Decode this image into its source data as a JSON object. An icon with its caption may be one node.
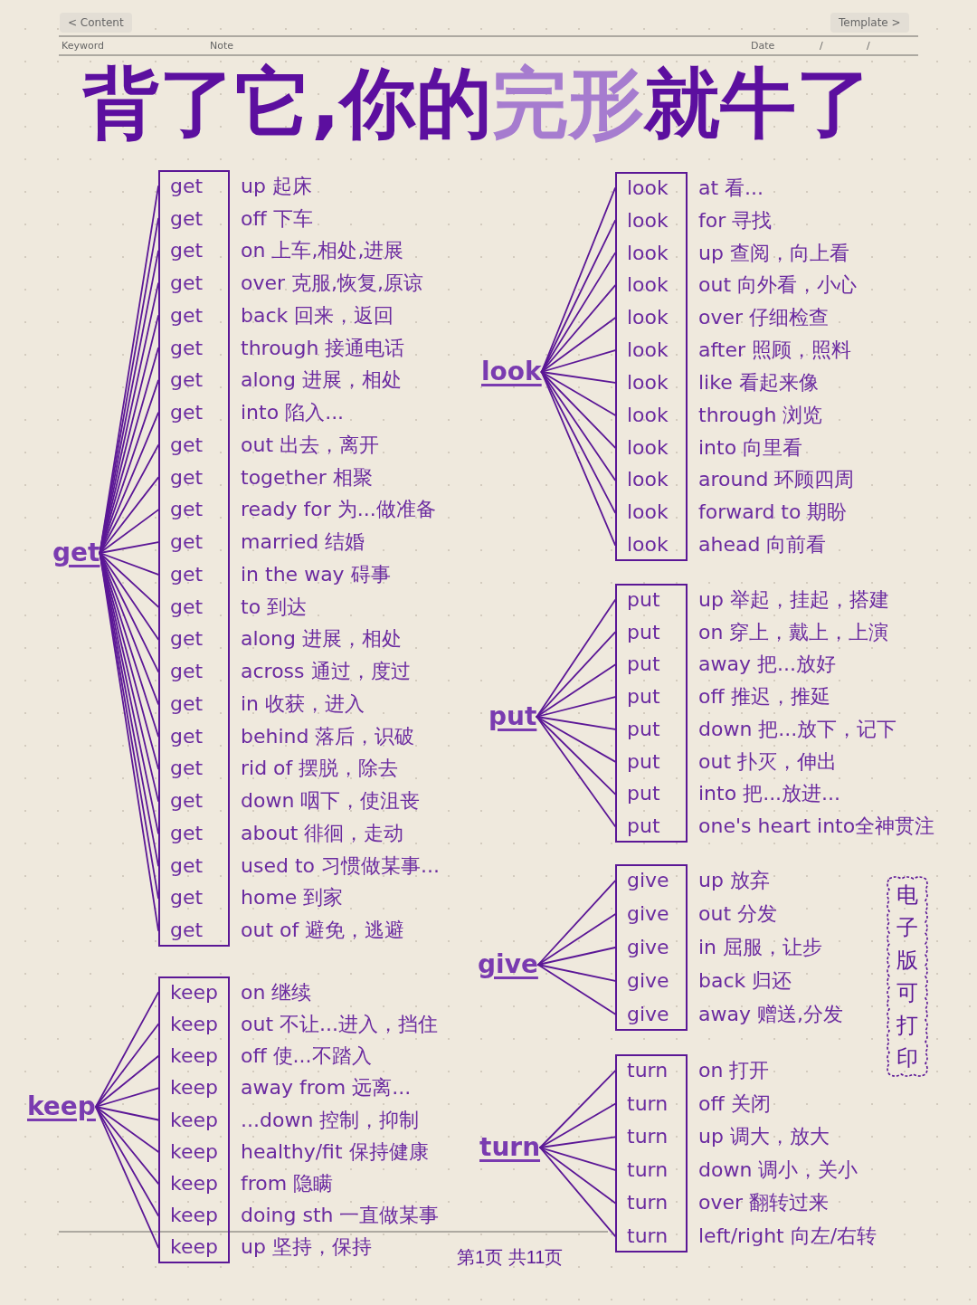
{
  "diagram": {
    "title": "背了它,你的**完形**就牛了",
    "nodes": [
      {
        "text": [
          "get"
        ]
      },
      {
        "text": [],
        "shape": "box"
      },
      {
        "text": [
          "get"
        ],
        "in": 1,
        "beside": [
          "up 起床"
        ]
      },
      {
        "text": [
          "get"
        ],
        "in": 1,
        "beside": [
          "off 下车"
        ]
      },
      {
        "text": [
          "get"
        ],
        "in": 1,
        "beside": [
          "on 上车,相处,进展"
        ]
      },
      {
        "text": [
          "get"
        ],
        "in": 1,
        "beside": [
          "over 克服,恢复,原谅"
        ]
      },
      {
        "text": [
          "get"
        ],
        "in": 1,
        "beside": [
          "back 回来，返回"
        ]
      },
      {
        "text": [
          "get"
        ],
        "in": 1,
        "beside": [
          "through 接通电话"
        ]
      },
      {
        "text": [
          "get"
        ],
        "in": 1,
        "beside": [
          "along 进展，相处"
        ]
      },
      {
        "text": [
          "get"
        ],
        "in": 1,
        "beside": [
          "into 陷入..."
        ]
      },
      {
        "text": [
          "get"
        ],
        "in": 1,
        "beside": [
          "out 出去，离开"
        ]
      },
      {
        "text": [
          "get"
        ],
        "in": 1,
        "beside": [
          "together 相聚"
        ]
      },
      {
        "text": [
          "get"
        ],
        "in": 1,
        "beside": [
          "ready for 为...做准备"
        ]
      },
      {
        "text": [
          "get"
        ],
        "in": 1,
        "beside": [
          "married 结婚"
        ]
      },
      {
        "text": [
          "get"
        ],
        "in": 1,
        "beside": [
          "in the way 碍事"
        ]
      },
      {
        "text": [
          "get"
        ],
        "in": 1,
        "beside": [
          "to 到达"
        ]
      },
      {
        "text": [
          "get"
        ],
        "in": 1,
        "beside": [
          "along 进展，相处"
        ]
      },
      {
        "text": [
          "get"
        ],
        "in": 1,
        "beside": [
          "across 通过，度过"
        ]
      },
      {
        "text": [
          "get"
        ],
        "in": 1,
        "beside": [
          "in 收获，进入"
        ]
      },
      {
        "text": [
          "get"
        ],
        "in": 1,
        "beside": [
          "behind 落后，识破"
        ]
      },
      {
        "text": [
          "get"
        ],
        "in": 1,
        "beside": [
          "rid of 摆脱，除去"
        ]
      },
      {
        "text": [
          "get"
        ],
        "in": 1,
        "beside": [
          "down 咽下，使沮丧"
        ]
      },
      {
        "text": [
          "get"
        ],
        "in": 1,
        "beside": [
          "about 徘徊，走动"
        ]
      },
      {
        "text": [
          "get"
        ],
        "in": 1,
        "beside": [
          "used to 习惯做某事..."
        ]
      },
      {
        "text": [
          "get"
        ],
        "in": 1,
        "beside": [
          "home 到家"
        ]
      },
      {
        "text": [
          "get"
        ],
        "in": 1,
        "beside": [
          "out of 避免，逃避"
        ]
      },
      {
        "text": [
          "keep"
        ]
      },
      {
        "text": [],
        "shape": "box"
      },
      {
        "text": [
          "keep"
        ],
        "in": 27,
        "beside": [
          "on 继续"
        ]
      },
      {
        "text": [
          "keep"
        ],
        "in": 27,
        "beside": [
          "out 不让...进入，挡住"
        ]
      },
      {
        "text": [
          "keep"
        ],
        "in": 27,
        "beside": [
          "off 使...不踏入"
        ]
      },
      {
        "text": [
          "keep"
        ],
        "in": 27,
        "beside": [
          "away from 远离..."
        ]
      },
      {
        "text": [
          "keep"
        ],
        "in": 27,
        "beside": [
          "...down 控制，抑制"
        ]
      },
      {
        "text": [
          "keep"
        ],
        "in": 27,
        "beside": [
          "healthy/fit 保持健康"
        ]
      },
      {
        "text": [
          "keep"
        ],
        "in": 27,
        "beside": [
          "from 隐瞒"
        ]
      },
      {
        "text": [
          "keep"
        ],
        "in": 27,
        "beside": [
          "doing sth 一直做某事"
        ]
      },
      {
        "text": [
          "keep"
        ],
        "in": 27,
        "beside": [
          "up 坚持，保持"
        ]
      },
      {
        "text": [
          "look"
        ]
      },
      {
        "text": [],
        "shape": "box"
      },
      {
        "text": [
          "look"
        ],
        "in": 38,
        "beside": [
          "at 看..."
        ]
      },
      {
        "text": [
          "look"
        ],
        "in": 38,
        "beside": [
          "for 寻找"
        ]
      },
      {
        "text": [
          "look"
        ],
        "in": 38,
        "beside": [
          "up 查阅，向上看"
        ]
      },
      {
        "text": [
          "look"
        ],
        "in": 38,
        "beside": [
          "out 向外看，小心"
        ]
      },
      {
        "text": [
          "look"
        ],
        "in": 38,
        "beside": [
          "over 仔细检查"
        ]
      },
      {
        "text": [
          "look"
        ],
        "in": 38,
        "beside": [
          "after 照顾，照料"
        ]
      },
      {
        "text": [
          "look"
        ],
        "in": 38,
        "beside": [
          "like 看起来像"
        ]
      },
      {
        "text": [
          "look"
        ],
        "in": 38,
        "beside": [
          "through 浏览"
        ]
      },
      {
        "text": [
          "look"
        ],
        "in": 38,
        "beside": [
          "into 向里看"
        ]
      },
      {
        "text": [
          "look"
        ],
        "in": 38,
        "beside": [
          "around 环顾四周"
        ]
      },
      {
        "text": [
          "look"
        ],
        "in": 38,
        "beside": [
          "forward to 期盼"
        ]
      },
      {
        "text": [
          "look"
        ],
        "in": 38,
        "beside": [
          "ahead 向前看"
        ]
      },
      {
        "text": [
          "put"
        ]
      },
      {
        "text": [],
        "shape": "box"
      },
      {
        "text": [
          "put"
        ],
        "in": 52,
        "beside": [
          "up 举起，挂起，搭建"
        ]
      },
      {
        "text": [
          "put"
        ],
        "in": 52,
        "beside": [
          "on 穿上，戴上，上演"
        ]
      },
      {
        "text": [
          "put"
        ],
        "in": 52,
        "beside": [
          "away 把...放好"
        ]
      },
      {
        "text": [
          "put"
        ],
        "in": 52,
        "beside": [
          "off 推迟，推延"
        ]
      },
      {
        "text": [
          "put"
        ],
        "in": 52,
        "beside": [
          "down 把...放下，记下"
        ]
      },
      {
        "text": [
          "put"
        ],
        "in": 52,
        "beside": [
          "out 扑灭，伸出"
        ]
      },
      {
        "text": [
          "put"
        ],
        "in": 52,
        "beside": [
          "into 把...放进..."
        ]
      },
      {
        "text": [
          "put"
        ],
        "in": 52,
        "beside": [
          "one's heart into全神贯注"
        ]
      },
      {
        "text": [
          "give"
        ]
      },
      {
        "text": [],
        "shape": "box"
      },
      {
        "text": [
          "give"
        ],
        "in": 62,
        "beside": [
          "up 放弃"
        ]
      },
      {
        "text": [
          "give"
        ],
        "in": 62,
        "beside": [
          "out 分发"
        ]
      },
      {
        "text": [
          "give"
        ],
        "in": 62,
        "beside": [
          "in 屈服，让步"
        ]
      },
      {
        "text": [
          "give"
        ],
        "in": 62,
        "beside": [
          "back 归还"
        ]
      },
      {
        "text": [
          "give"
        ],
        "in": 62,
        "beside": [
          "away 赠送,分发"
        ]
      },
      {
        "text": [
          "turn"
        ]
      },
      {
        "text": [],
        "shape": "box"
      },
      {
        "text": [
          "turn"
        ],
        "in": 69,
        "beside": [
          "on 打开"
        ]
      },
      {
        "text": [
          "turn"
        ],
        "in": 69,
        "beside": [
          "off 关闭"
        ]
      },
      {
        "text": [
          "turn"
        ],
        "in": 69,
        "beside": [
          "up 调大，放大"
        ]
      },
      {
        "text": [
          "turn"
        ],
        "in": 69,
        "beside": [
          "down 调小，关小"
        ]
      },
      {
        "text": [
          "turn"
        ],
        "in": 69,
        "beside": [
          "over 翻转过来"
        ]
      },
      {
        "text": [
          "turn"
        ],
        "in": 69,
        "beside": [
          "left/right 向左/右转"
        ]
      },
      {
        "text": [
          "电子版可打印"
        ]
      }
    ],
    "edges": [
      {
        "from": 0,
        "to": 2,
        "arrow": "none"
      },
      {
        "from": 0,
        "to": 3,
        "arrow": "none"
      },
      {
        "from": 0,
        "to": 4,
        "arrow": "none"
      },
      {
        "from": 0,
        "to": 5,
        "arrow": "none"
      },
      {
        "from": 0,
        "to": 6,
        "arrow": "none"
      },
      {
        "from": 0,
        "to": 7,
        "arrow": "none"
      },
      {
        "from": 0,
        "to": 8,
        "arrow": "none"
      },
      {
        "from": 0,
        "to": 9,
        "arrow": "none"
      },
      {
        "from": 0,
        "to": 10,
        "arrow": "none"
      },
      {
        "from": 0,
        "to": 11,
        "arrow": "none"
      },
      {
        "from": 0,
        "to": 12,
        "arrow": "none"
      },
      {
        "from": 0,
        "to": 13,
        "arrow": "none"
      },
      {
        "from": 0,
        "to": 14,
        "arrow": "none"
      },
      {
        "from": 0,
        "to": 15,
        "arrow": "none"
      },
      {
        "from": 0,
        "to": 16,
        "arrow": "none"
      },
      {
        "from": 0,
        "to": 17,
        "arrow": "none"
      },
      {
        "from": 0,
        "to": 18,
        "arrow": "none"
      },
      {
        "from": 0,
        "to": 19,
        "arrow": "none"
      },
      {
        "from": 0,
        "to": 20,
        "arrow": "none"
      },
      {
        "from": 0,
        "to": 21,
        "arrow": "none"
      },
      {
        "from": 0,
        "to": 22,
        "arrow": "none"
      },
      {
        "from": 0,
        "to": 23,
        "arrow": "none"
      },
      {
        "from": 0,
        "to": 24,
        "arrow": "none"
      },
      {
        "from": 0,
        "to": 25,
        "arrow": "none"
      },
      {
        "from": 26,
        "to": 28,
        "arrow": "none"
      },
      {
        "from": 26,
        "to": 29,
        "arrow": "none"
      },
      {
        "from": 26,
        "to": 30,
        "arrow": "none"
      },
      {
        "from": 26,
        "to": 31,
        "arrow": "none"
      },
      {
        "from": 26,
        "to": 32,
        "arrow": "none"
      },
      {
        "from": 26,
        "to": 33,
        "arrow": "none"
      },
      {
        "from": 26,
        "to": 34,
        "arrow": "none"
      },
      {
        "from": 26,
        "to": 35,
        "arrow": "none"
      },
      {
        "from": 26,
        "to": 36,
        "arrow": "none"
      },
      {
        "from": 37,
        "to": 39,
        "arrow": "none"
      },
      {
        "from": 37,
        "to": 40,
        "arrow": "none"
      },
      {
        "from": 37,
        "to": 41,
        "arrow": "none"
      },
      {
        "from": 37,
        "to": 42,
        "arrow": "none"
      },
      {
        "from": 37,
        "to": 43,
        "arrow": "none"
      },
      {
        "from": 37,
        "to": 44,
        "arrow": "none"
      },
      {
        "from": 37,
        "to": 45,
        "arrow": "none"
      },
      {
        "from": 37,
        "to": 46,
        "arrow": "none"
      },
      {
        "from": 37,
        "to": 47,
        "arrow": "none"
      },
      {
        "from": 37,
        "to": 48,
        "arrow": "none"
      },
      {
        "from": 37,
        "to": 49,
        "arrow": "none"
      },
      {
        "from": 37,
        "to": 50,
        "arrow": "none"
      },
      {
        "from": 51,
        "to": 53,
        "arrow": "none"
      },
      {
        "from": 51,
        "to": 54,
        "arrow": "none"
      },
      {
        "from": 51,
        "to": 55,
        "arrow": "none"
      },
      {
        "from": 51,
        "to": 56,
        "arrow": "none"
      },
      {
        "from": 51,
        "to": 57,
        "arrow": "none"
      },
      {
        "from": 51,
        "to": 58,
        "arrow": "none"
      },
      {
        "from": 51,
        "to": 59,
        "arrow": "none"
      },
      {
        "from": 51,
        "to": 60,
        "arrow": "none"
      },
      {
        "from": 61,
        "to": 63,
        "arrow": "none"
      },
      {
        "from": 61,
        "to": 64,
        "arrow": "none"
      },
      {
        "from": 61,
        "to": 65,
        "arrow": "none"
      },
      {
        "from": 61,
        "to": 66,
        "arrow": "none"
      },
      {
        "from": 61,
        "to": 67,
        "arrow": "none"
      },
      {
        "from": 68,
        "to": 70,
        "arrow": "none"
      },
      {
        "from": 68,
        "to": 71,
        "arrow": "none"
      },
      {
        "from": 68,
        "to": 72,
        "arrow": "none"
      },
      {
        "from": 68,
        "to": 73,
        "arrow": "none"
      },
      {
        "from": 68,
        "to": 74,
        "arrow": "none"
      },
      {
        "from": 68,
        "to": 75,
        "arrow": "none"
      }
    ],
    "labels": [
      "< Content",
      "Template >",
      "Keyword",
      "Note",
      "Date",
      "/",
      "/",
      "第1页 共11页"
    ]
  }
}
